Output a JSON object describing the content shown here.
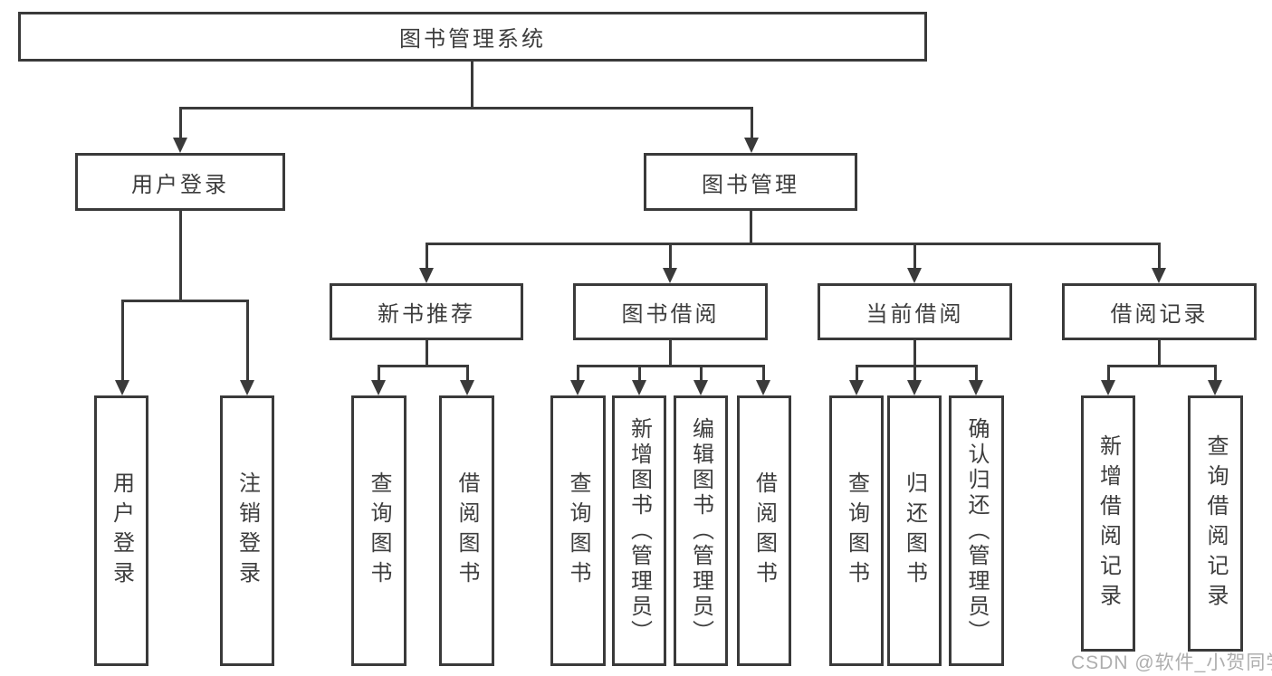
{
  "title": "图书管理系统",
  "level2": {
    "user_login": "用户登录",
    "book_mgmt": "图书管理"
  },
  "level3": {
    "new_book_rec": "新书推荐",
    "book_borrow": "图书借阅",
    "current_borrow": "当前借阅",
    "borrow_record": "借阅记录"
  },
  "leaves": {
    "user_login": "用户登录",
    "logout": "注销登录",
    "rec_query_book": "查询图书",
    "rec_borrow_book": "借阅图书",
    "borrow_query_book": "查询图书",
    "borrow_add_book": "新增图书（管理员）",
    "borrow_edit_book": "编辑图书（管理员）",
    "borrow_borrow_book": "借阅图书",
    "cur_query_book": "查询图书",
    "cur_return_book": "归还图书",
    "cur_confirm_return": "确认归还（管理员）",
    "record_add": "新增借阅记录",
    "record_query": "查询借阅记录"
  },
  "watermark": "CSDN @软件_小贺同学",
  "colors": {
    "line": "#3a3a3a",
    "text": "#3d3d3d",
    "watermark": "#aeaeae",
    "background": "#ffffff"
  }
}
